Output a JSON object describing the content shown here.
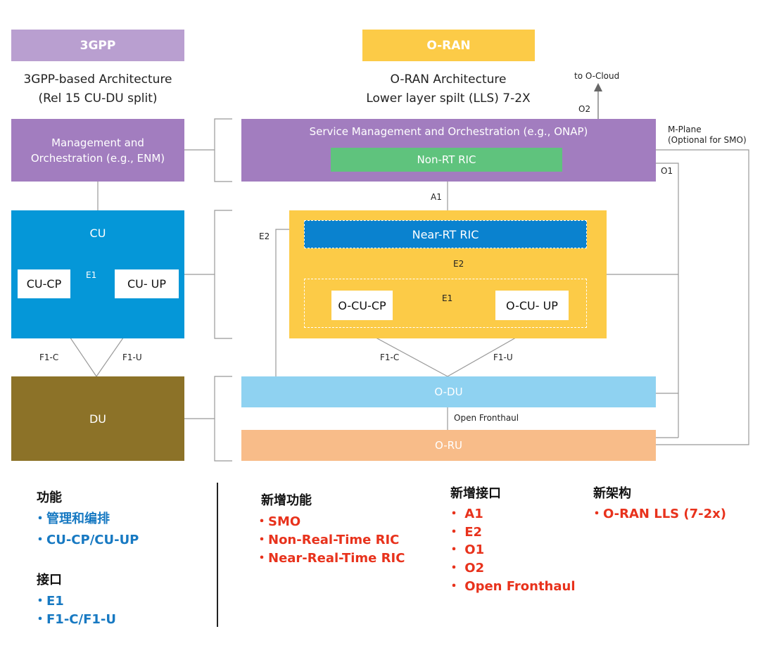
{
  "colors": {
    "purple_light": "#b99fd0",
    "purple": "#a27dbf",
    "yellow": "#fccb47",
    "cu_blue": "#0597d8",
    "near_rt_blue": "#0a82cf",
    "green": "#5fc37d",
    "du_brown": "#8c7228",
    "odu_blue": "#8fd2f1",
    "oru_orange": "#f8bc89",
    "legend_blue": "#1779c2",
    "legend_red": "#e8321c"
  },
  "left": {
    "header": "3GPP",
    "subtitle_1": "3GPP-based Architecture",
    "subtitle_2": "(Rel 15 CU-DU split)",
    "mgmt_1": "Management and",
    "mgmt_2": "Orchestration (e.g., ENM)",
    "cu": "CU",
    "cu_cp": "CU-CP",
    "cu_up": "CU- UP",
    "e1": "E1",
    "f1c": "F1-C",
    "f1u": "F1-U",
    "du": "DU"
  },
  "right": {
    "header": "O-RAN",
    "subtitle_1": "O-RAN Architecture",
    "subtitle_2": "Lower layer spilt (LLS) 7-2X",
    "to_cloud": "to O-Cloud",
    "o2": "O2",
    "smo": "Service Management and Orchestration (e.g., ONAP)",
    "non_rt_ric": "Non-RT RIC",
    "m_plane_1": "M-Plane",
    "m_plane_2": "(Optional for SMO)",
    "o1": "O1",
    "a1": "A1",
    "e2_side": "E2",
    "near_rt_ric": "Near-RT RIC",
    "e2_inner": "E2",
    "o_cu_cp": "O-CU-CP",
    "o_cu_up": "O-CU- UP",
    "e1": "E1",
    "f1c": "F1-C",
    "f1u": "F1-U",
    "o_du": "O-DU",
    "open_fronthaul": "Open Fronthaul",
    "o_ru": "O-RU"
  },
  "legend": {
    "functions_title": "功能",
    "functions": [
      "・管理和编排",
      "・CU-CP/CU-UP"
    ],
    "interfaces_title": "接口",
    "interfaces": [
      "・E1",
      "・F1-C/F1-U"
    ],
    "new_functions_title": "新增功能",
    "new_functions": [
      "・SMO",
      "・Non-Real-Time RIC",
      "・Near-Real-Time RIC"
    ],
    "new_interfaces_title": "新增接口",
    "new_interfaces": [
      "・ A1",
      "・ E2",
      "・ O1",
      "・ O2",
      "・ Open Fronthaul"
    ],
    "new_arch_title": "新架构",
    "new_arch": [
      "・O-RAN LLS (7-2x)"
    ]
  }
}
